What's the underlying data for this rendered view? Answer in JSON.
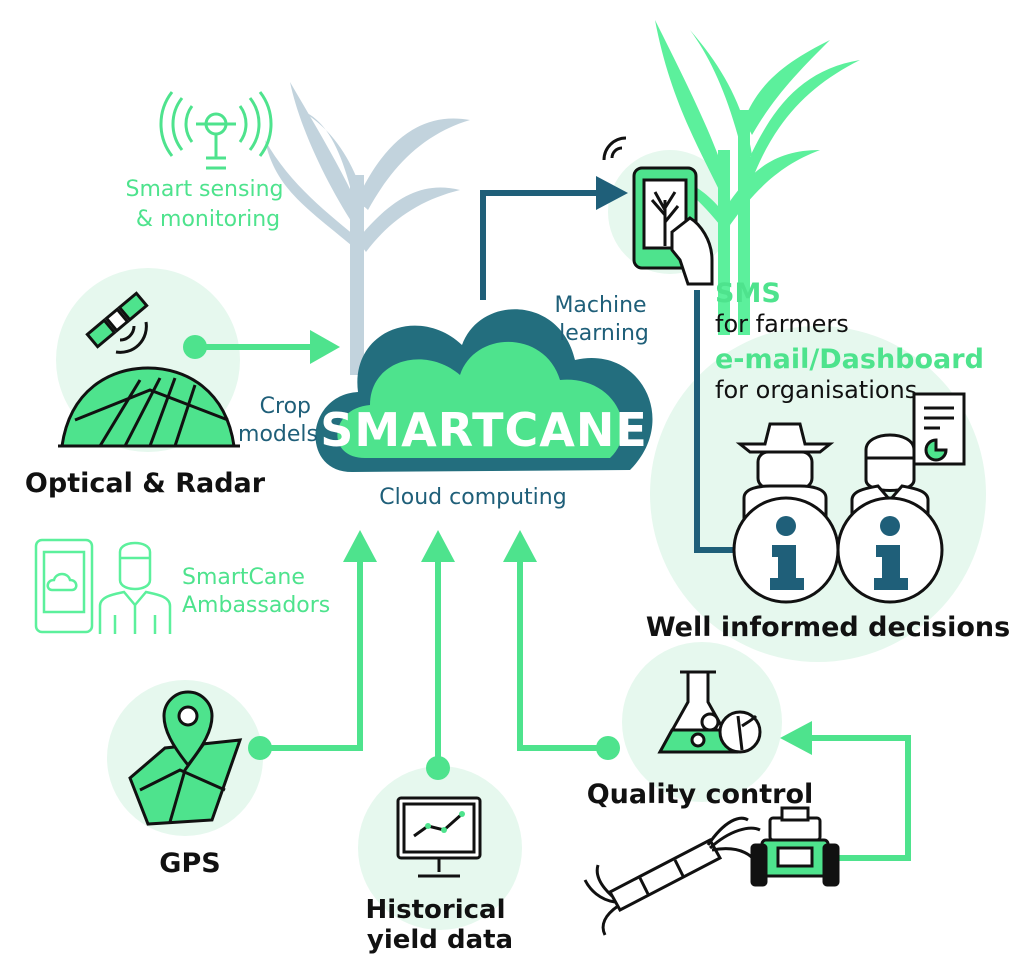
{
  "colors": {
    "green": "#4ee38d",
    "mint": "#e6f8ee",
    "teal": "#1f5f79",
    "cloud_dark": "#236e7e",
    "grey_palm": "#c2d3dd",
    "light_palm": "#5cf09c",
    "black": "#111111"
  },
  "nodes": {
    "smart_sensing": [
      "Smart sensing",
      "& monitoring"
    ],
    "optical_radar": "Optical & Radar",
    "crop_models": [
      "Crop",
      "models"
    ],
    "smartcane": "SMARTCANE",
    "cloud_computing": "Cloud computing",
    "machine_learning": [
      "Machine",
      "learning"
    ],
    "ambassadors": [
      "SmartCane",
      "Ambassadors"
    ],
    "gps": "GPS",
    "historical": [
      "Historical",
      "yield data"
    ],
    "quality_control": "Quality control",
    "sms": "SMS",
    "for_farmers": "for farmers",
    "email_dashboard": "e-mail/Dashboard",
    "for_organisations": "for organisations",
    "decisions": "Well informed decisions"
  },
  "icons": {
    "sensor": "sensor-tower-icon",
    "satellite": "satellite-icon",
    "field": "field-dome-icon",
    "tablet": "tablet-cloud-icon",
    "ambassador": "ambassador-person-icon",
    "map": "map-pin-icon",
    "monitor": "monitor-chart-icon",
    "flask": "flask-cane-icon",
    "harvester": "harvester-icon",
    "cane": "cut-cane-icon",
    "phone": "phone-hand-icon",
    "farmer": "farmer-info-icon",
    "officer": "officer-info-icon",
    "report": "report-icon"
  }
}
